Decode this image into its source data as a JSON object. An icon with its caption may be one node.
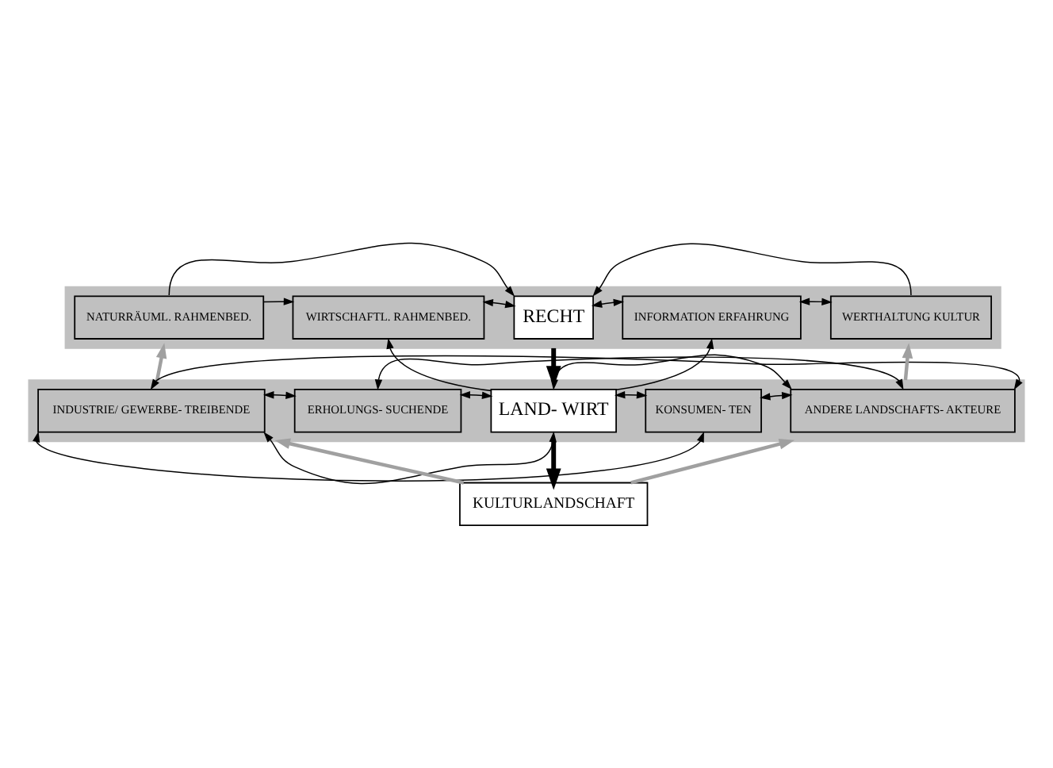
{
  "diagram": {
    "nodes": [
      {
        "text": [],
        "shape": "box"
      },
      {
        "text": [
          "NATURRÄUML. RAHMENBED."
        ],
        "in": 0
      },
      {
        "text": [
          "WIRTSCHAFTL. RAHMENBED."
        ],
        "in": 0
      },
      {
        "text": [
          "RECHT"
        ],
        "in": 0
      },
      {
        "text": [
          "INFORMATION ERFAHRUNG"
        ],
        "in": 0
      },
      {
        "text": [
          "WERTHALTUNG KULTUR"
        ],
        "in": 0
      },
      {
        "text": [],
        "shape": "box"
      },
      {
        "text": [
          "INDUSTRIE/ GEWERBE- TREIBENDE"
        ],
        "in": 6
      },
      {
        "text": [
          "ERHOLUNGS- SUCHENDE"
        ],
        "in": 6
      },
      {
        "text": [
          "LAND- WIRT"
        ],
        "in": 6
      },
      {
        "text": [
          "KONSUMEN- TEN"
        ],
        "in": 6
      },
      {
        "text": [
          "ANDERE LANDSCHAFTS- AKTEURE"
        ],
        "in": 6
      },
      {
        "text": [
          "KULTURLANDSCHAFT"
        ]
      }
    ],
    "edges": [
      {
        "from": 1,
        "to": 2,
        "arrow": "to"
      },
      {
        "from": 2,
        "to": 3,
        "arrow": "both"
      },
      {
        "from": 3,
        "to": 4,
        "arrow": "both"
      },
      {
        "from": 4,
        "to": 5,
        "arrow": "both"
      },
      {
        "from": 1,
        "to": 3,
        "arrow": "to"
      },
      {
        "from": 5,
        "to": 3,
        "arrow": "to"
      },
      {
        "from": 2,
        "to": 4,
        "arrow": "both"
      },
      {
        "from": 0,
        "to": 6,
        "arrow": "to",
        "style": "thick"
      },
      {
        "from": 6,
        "to": 0,
        "arrow": "to",
        "color": "#a0a0a0"
      },
      {
        "from": 6,
        "to": 0,
        "arrow": "to",
        "color": "#a0a0a0"
      },
      {
        "from": 7,
        "to": 8,
        "arrow": "both"
      },
      {
        "from": 8,
        "to": 9,
        "arrow": "both"
      },
      {
        "from": 9,
        "to": 10,
        "arrow": "both"
      },
      {
        "from": 10,
        "to": 11,
        "arrow": "both"
      },
      {
        "from": 7,
        "to": 11,
        "arrow": "both"
      },
      {
        "from": 8,
        "to": 11,
        "arrow": "both"
      },
      {
        "from": 9,
        "to": 11,
        "arrow": "both"
      },
      {
        "from": 7,
        "to": 10,
        "arrow": "both"
      },
      {
        "from": 7,
        "to": 9,
        "arrow": "both"
      },
      {
        "from": 6,
        "to": 12,
        "arrow": "to",
        "style": "thick"
      },
      {
        "from": 12,
        "to": 6,
        "arrow": "to",
        "color": "#a0a0a0"
      },
      {
        "from": 12,
        "to": 6,
        "arrow": "to",
        "color": "#a0a0a0"
      }
    ]
  }
}
